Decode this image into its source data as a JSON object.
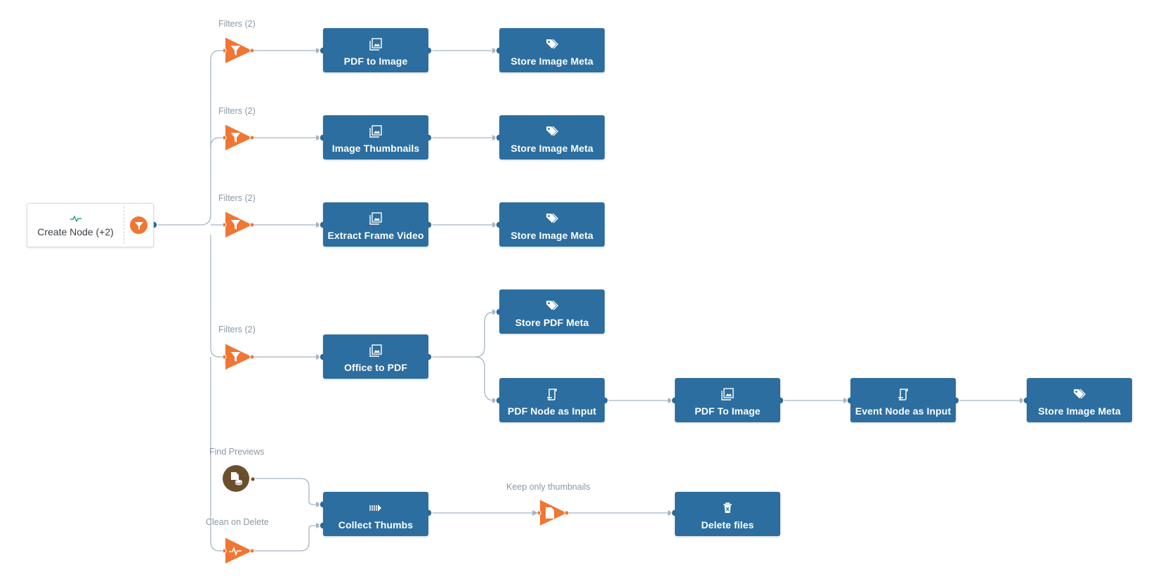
{
  "start": {
    "label": "Create Node (+2)",
    "icon": "activity-icon",
    "filter_icon": "funnel-icon"
  },
  "captions": {
    "f1": "Filters (2)",
    "f2": "Filters (2)",
    "f3": "Filters (2)",
    "f4": "Filters (2)",
    "find_previews": "Find Previews",
    "clean_on_delete": "Clean on Delete",
    "keep_thumbs": "Keep only thumbnails"
  },
  "nodes": {
    "n1": {
      "label": "PDF to Image",
      "icon": "image-stack-icon"
    },
    "n2": {
      "label": "Store Image Meta",
      "icon": "tags-icon"
    },
    "n3": {
      "label": "Image Thumbnails",
      "icon": "image-stack-icon"
    },
    "n4": {
      "label": "Store Image Meta",
      "icon": "tags-icon"
    },
    "n5": {
      "label": "Extract Frame Video",
      "icon": "image-stack-icon"
    },
    "n6": {
      "label": "Store Image Meta",
      "icon": "tags-icon"
    },
    "n7": {
      "label": "Store PDF Meta",
      "icon": "tags-icon"
    },
    "n8": {
      "label": "Office to PDF",
      "icon": "image-stack-icon"
    },
    "n9": {
      "label": "PDF Node as Input",
      "icon": "scroll-icon"
    },
    "n10": {
      "label": "PDF To Image",
      "icon": "image-stack-icon"
    },
    "n11": {
      "label": "Event Node as Input",
      "icon": "scroll-icon"
    },
    "n12": {
      "label": "Store Image Meta",
      "icon": "tags-icon"
    },
    "n13": {
      "label": "Collect Thumbs",
      "icon": "merge-icon"
    },
    "n14": {
      "label": "Delete files",
      "icon": "trash-icon"
    }
  },
  "colors": {
    "node": "#2c6e9f",
    "filter": "#f07634",
    "source": "#6b4f2c",
    "edge": "#9fb0bf",
    "caption": "#8a98a6"
  }
}
